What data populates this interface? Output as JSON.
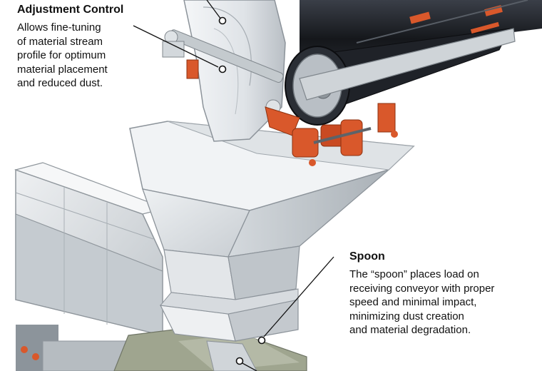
{
  "callouts": {
    "adjustment": {
      "title": "Adjustment Control",
      "lines": [
        "Allows fine-tuning",
        "of material stream",
        "profile for optimum",
        "material placement",
        "and reduced dust."
      ]
    },
    "spoon": {
      "title": "Spoon",
      "lines": [
        "The “spoon” places load on",
        "receiving conveyor with proper",
        "speed and minimal impact,",
        "minimizing dust creation",
        "and material degradation."
      ]
    }
  },
  "colors": {
    "steel_light": "#e6e9ec",
    "steel_mid": "#c9ced3",
    "steel_dark": "#9aa1a8",
    "belt": "#1d1f24",
    "accent_orange": "#d9582b",
    "chute_green": "#9fa58f"
  }
}
